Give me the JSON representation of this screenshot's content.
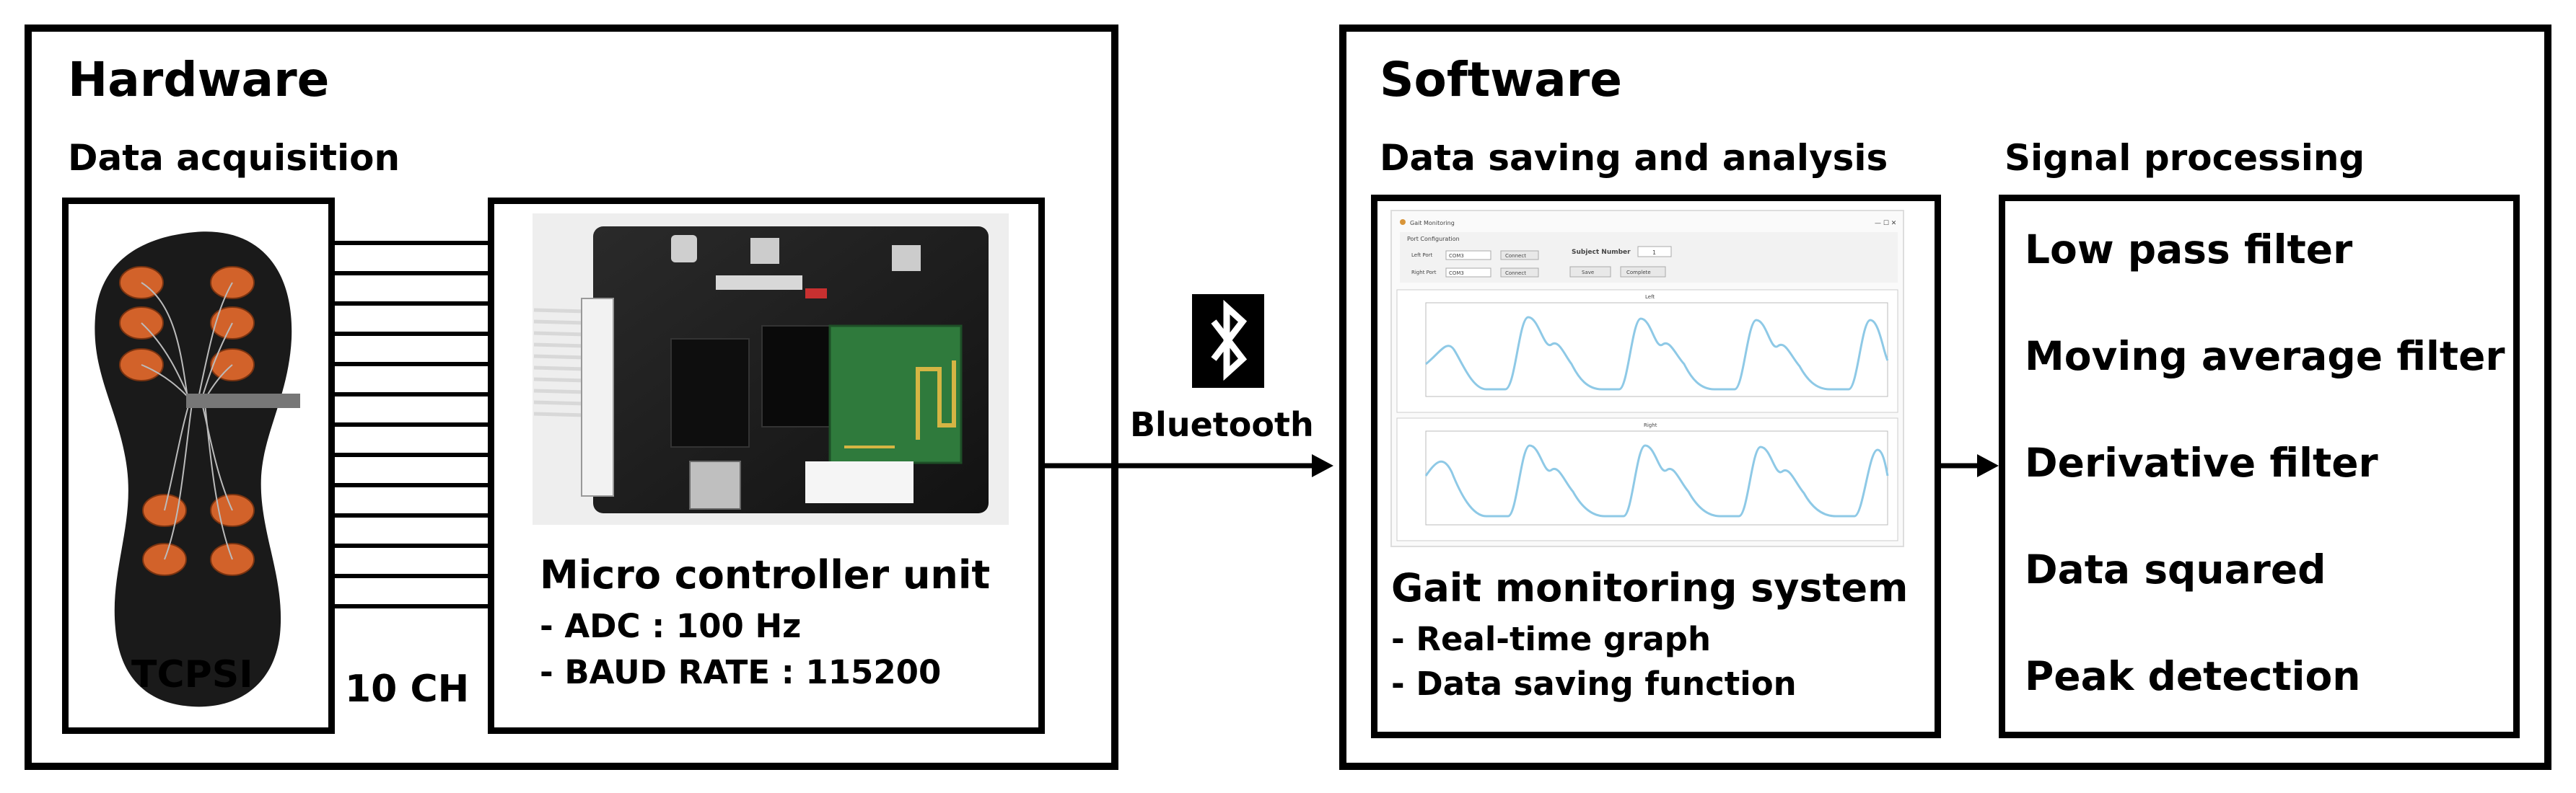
{
  "hardware": {
    "title": "Hardware",
    "data_acquisition": "Data acquisition",
    "insole_label": "TCPSI",
    "channels_label": "10 CH",
    "mcu": {
      "title": "Micro controller unit",
      "items": [
        "- ADC : 100 Hz",
        "- BAUD RATE : 115200"
      ]
    }
  },
  "link": {
    "label": "Bluetooth",
    "icon": "bluetooth-icon"
  },
  "software": {
    "title": "Software",
    "analysis_title": "Data saving and analysis",
    "gait": {
      "title": "Gait monitoring system",
      "items": [
        "- Real-time graph",
        "- Data saving function"
      ]
    },
    "processing_title": "Signal processing",
    "processing_steps": [
      "Low pass filter",
      "Moving average filter",
      "Derivative filter",
      "Data squared",
      "Peak detection"
    ]
  },
  "gui_screenshot": {
    "port_group": "Port Configuration",
    "left_port_label": "Left Port",
    "right_port_label": "Right Port",
    "port_value": "COM3",
    "connect_label": "Connect",
    "subject_label": "Subject Number",
    "subject_value": "1",
    "save_label": "Save",
    "complete_label": "Complete",
    "left_plot_title": "Left",
    "right_plot_title": "Right"
  },
  "colors": {
    "line": "#000000",
    "signal": "#8ec9e6",
    "sensor": "#d2622a",
    "insole": "#1a1a1a"
  }
}
